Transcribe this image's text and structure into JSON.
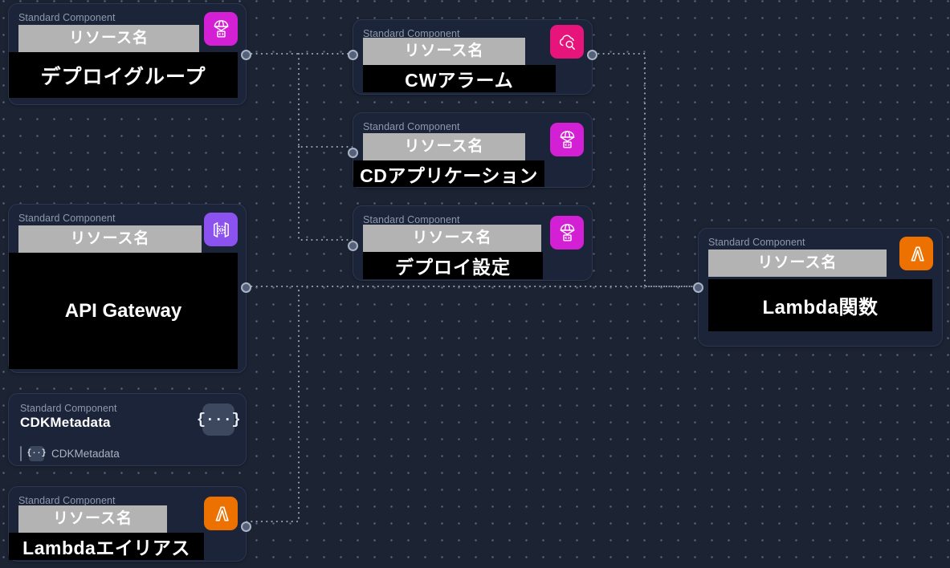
{
  "canvas": {
    "background_color": "#1c2434",
    "dot_color": "#5d6b80",
    "edge_color": "#9aa5b5"
  },
  "common": {
    "standard_component_label": "Standard Component",
    "resource_name_label": "リソース名"
  },
  "nodes": [
    {
      "id": "deploy-group",
      "header": "Standard Component",
      "resource_name": "リソース名",
      "title": "デプロイグループ",
      "icon": "codedeploy-icon",
      "icon_color": "#d420d4"
    },
    {
      "id": "cw-alarm",
      "header": "Standard Component",
      "resource_name": "リソース名",
      "title": "CWアラーム",
      "icon": "cloudwatch-alarm-icon",
      "icon_color": "#e7157b"
    },
    {
      "id": "cd-application",
      "header": "Standard Component",
      "resource_name": "リソース名",
      "title": "CDアプリケーション",
      "icon": "codedeploy-icon",
      "icon_color": "#d420d4"
    },
    {
      "id": "deploy-config",
      "header": "Standard Component",
      "resource_name": "リソース名",
      "title": "デプロイ設定",
      "icon": "codedeploy-icon",
      "icon_color": "#d420d4"
    },
    {
      "id": "api-gateway",
      "header": "Standard Component",
      "resource_name": "リソース名",
      "title": "API Gateway",
      "icon": "api-gateway-icon",
      "icon_color": "#8c52f0"
    },
    {
      "id": "cdk-metadata",
      "header": "Standard Component",
      "title": "CDKMetadata",
      "sub_item_label": "CDKMetadata",
      "sub_item_icon": "json-braces-icon",
      "icon": "json-braces-icon",
      "icon_color": "#3c485e"
    },
    {
      "id": "lambda-alias",
      "header": "Standard Component",
      "resource_name": "リソース名",
      "title": "Lambdaエイリアス",
      "icon": "lambda-icon",
      "icon_color": "#ed7100"
    },
    {
      "id": "lambda-function",
      "header": "Standard Component",
      "resource_name": "リソース名",
      "title": "Lambda関数",
      "icon": "lambda-icon",
      "icon_color": "#ed7100"
    }
  ]
}
